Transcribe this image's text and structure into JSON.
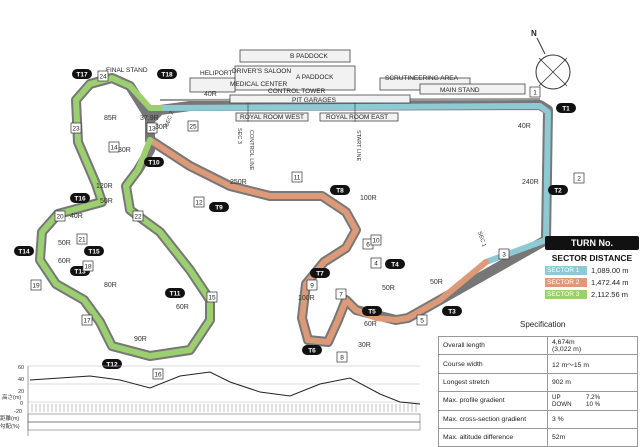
{
  "colors": {
    "sector1": "#8ec9d4",
    "sector2": "#dc9a78",
    "sector3": "#9ccf6f",
    "turn_badge": "#111111",
    "track_edge": "#777777"
  },
  "legend": {
    "title": "TURN No.",
    "subtitle": "SECTOR DISTANCE",
    "sectors": [
      {
        "label": "SECTOR 1",
        "distance": "1,089.00 m"
      },
      {
        "label": "SECTOR 2",
        "distance": "1,472.44 m"
      },
      {
        "label": "SECTOR 3",
        "distance": "2,112.56 m"
      }
    ]
  },
  "specification": {
    "title": "Specification",
    "rows": [
      {
        "label": "Overall length",
        "value_line1": "4,674m",
        "value_line2": "(3,022 m)"
      },
      {
        "label": "Course width",
        "value_line1": "12 m～15 m"
      },
      {
        "label": "Longest stretch",
        "value_line1": "902 m"
      },
      {
        "label": "Max. profile gradient",
        "up": "UP",
        "down": "DOWN",
        "up_val": "7.2%",
        "down_val": "10 %"
      },
      {
        "label": "Max. cross-section gradient",
        "value_line1": "3 %"
      },
      {
        "label": "Max. altitude difference",
        "value_line1": "52m"
      }
    ]
  },
  "buildings": {
    "b_paddock": "B PADDOCK",
    "drivers_saloon": "DRIVER'S SALOON",
    "a_paddock": "A PADDOCK",
    "heliport": "HELIPORT",
    "medical_center": "MEDICAL CENTER",
    "control_tower": "CONTROL TOWER",
    "pit_garages": "PIT GARAGES",
    "scrutineering": "SCRUTINEERING AREA",
    "main_stand": "MAIN STAND",
    "final_stand": "FINAL STAND",
    "royal_room_west": "ROYAL ROOM WEST",
    "royal_room_east": "ROYAL ROOM EAST",
    "control_line": "CONTROL LINE",
    "start_line": "START LINE",
    "sec1": "SEC 1",
    "sec2": "SEC 2",
    "sec3": "SEC 3"
  },
  "compass_north": "N",
  "turns": [
    "T1",
    "T2",
    "T3",
    "T4",
    "T5",
    "T6",
    "T7",
    "T8",
    "T9",
    "T10",
    "T11",
    "T12",
    "T13",
    "T14",
    "T15",
    "T16",
    "T17",
    "T18"
  ],
  "corner_numbers": [
    "1",
    "2",
    "3",
    "4",
    "5",
    "6",
    "7",
    "8",
    "9",
    "10",
    "11",
    "12",
    "13",
    "14",
    "15",
    "16",
    "17",
    "18",
    "19",
    "20",
    "21",
    "22",
    "23",
    "24",
    "25"
  ],
  "radii": [
    "40R",
    "85R",
    "37.9R",
    "30R",
    "40R",
    "240R",
    "250R",
    "100R",
    "120R",
    "50R",
    "40R",
    "50R",
    "60R",
    "80R",
    "60R",
    "90R",
    "30R",
    "50R",
    "60R",
    "50R",
    "100R",
    "30R"
  ],
  "profile": {
    "axis_values": [
      "60",
      "40",
      "20",
      "0",
      "-20"
    ],
    "axis_title": "高さ(m)",
    "rows": [
      "距離(m)",
      "勾配(%)"
    ]
  }
}
